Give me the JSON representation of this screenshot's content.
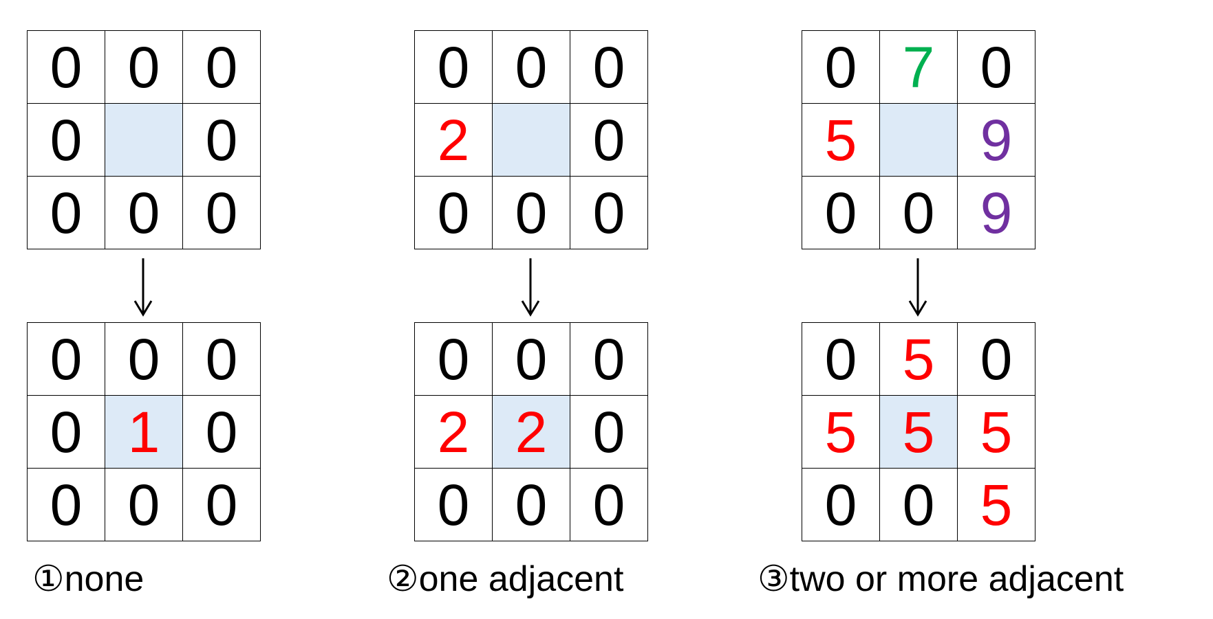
{
  "colors": {
    "text": "#000000",
    "red": "#ff0000",
    "green": "#00b050",
    "purple": "#7030a0",
    "center_fill": "#ddeaf7"
  },
  "panels": [
    {
      "caption": "①none",
      "before": [
        [
          {
            "v": "0",
            "c": "text"
          },
          {
            "v": "0",
            "c": "text"
          },
          {
            "v": "0",
            "c": "text"
          }
        ],
        [
          {
            "v": "0",
            "c": "text"
          },
          {
            "v": "",
            "c": "text"
          },
          {
            "v": "0",
            "c": "text"
          }
        ],
        [
          {
            "v": "0",
            "c": "text"
          },
          {
            "v": "0",
            "c": "text"
          },
          {
            "v": "0",
            "c": "text"
          }
        ]
      ],
      "after": [
        [
          {
            "v": "0",
            "c": "text"
          },
          {
            "v": "0",
            "c": "text"
          },
          {
            "v": "0",
            "c": "text"
          }
        ],
        [
          {
            "v": "0",
            "c": "text"
          },
          {
            "v": "1",
            "c": "red"
          },
          {
            "v": "0",
            "c": "text"
          }
        ],
        [
          {
            "v": "0",
            "c": "text"
          },
          {
            "v": "0",
            "c": "text"
          },
          {
            "v": "0",
            "c": "text"
          }
        ]
      ]
    },
    {
      "caption": "②one adjacent",
      "before": [
        [
          {
            "v": "0",
            "c": "text"
          },
          {
            "v": "0",
            "c": "text"
          },
          {
            "v": "0",
            "c": "text"
          }
        ],
        [
          {
            "v": "2",
            "c": "red"
          },
          {
            "v": "",
            "c": "text"
          },
          {
            "v": "0",
            "c": "text"
          }
        ],
        [
          {
            "v": "0",
            "c": "text"
          },
          {
            "v": "0",
            "c": "text"
          },
          {
            "v": "0",
            "c": "text"
          }
        ]
      ],
      "after": [
        [
          {
            "v": "0",
            "c": "text"
          },
          {
            "v": "0",
            "c": "text"
          },
          {
            "v": "0",
            "c": "text"
          }
        ],
        [
          {
            "v": "2",
            "c": "red"
          },
          {
            "v": "2",
            "c": "red"
          },
          {
            "v": "0",
            "c": "text"
          }
        ],
        [
          {
            "v": "0",
            "c": "text"
          },
          {
            "v": "0",
            "c": "text"
          },
          {
            "v": "0",
            "c": "text"
          }
        ]
      ]
    },
    {
      "caption": "③two or more adjacent",
      "before": [
        [
          {
            "v": "0",
            "c": "text"
          },
          {
            "v": "7",
            "c": "green"
          },
          {
            "v": "0",
            "c": "text"
          }
        ],
        [
          {
            "v": "5",
            "c": "red"
          },
          {
            "v": "",
            "c": "text"
          },
          {
            "v": "9",
            "c": "purple"
          }
        ],
        [
          {
            "v": "0",
            "c": "text"
          },
          {
            "v": "0",
            "c": "text"
          },
          {
            "v": "9",
            "c": "purple"
          }
        ]
      ],
      "after": [
        [
          {
            "v": "0",
            "c": "text"
          },
          {
            "v": "5",
            "c": "red"
          },
          {
            "v": "0",
            "c": "text"
          }
        ],
        [
          {
            "v": "5",
            "c": "red"
          },
          {
            "v": "5",
            "c": "red"
          },
          {
            "v": "5",
            "c": "red"
          }
        ],
        [
          {
            "v": "0",
            "c": "text"
          },
          {
            "v": "0",
            "c": "text"
          },
          {
            "v": "5",
            "c": "red"
          }
        ]
      ]
    }
  ]
}
